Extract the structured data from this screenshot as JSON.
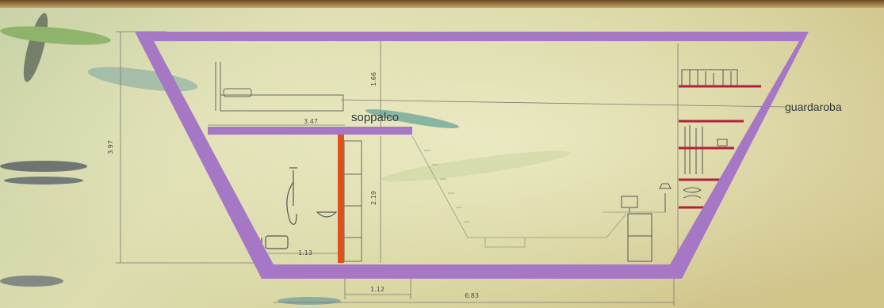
{
  "labels": {
    "mezzanine": "soppalco",
    "wardrobe": "guardaroba"
  },
  "dimensions": {
    "total_height": "3.97",
    "upper_height": "1.66",
    "lower_height": "2.19",
    "mezzanine_width": "3.47",
    "bath_width": "1.13",
    "partition_width": "1.12",
    "main_width": "6.83"
  },
  "colors": {
    "section_outline": "#a677c4",
    "partition": "#e0501a",
    "shelves": "#b0203e",
    "background": "#d9d8a6"
  }
}
